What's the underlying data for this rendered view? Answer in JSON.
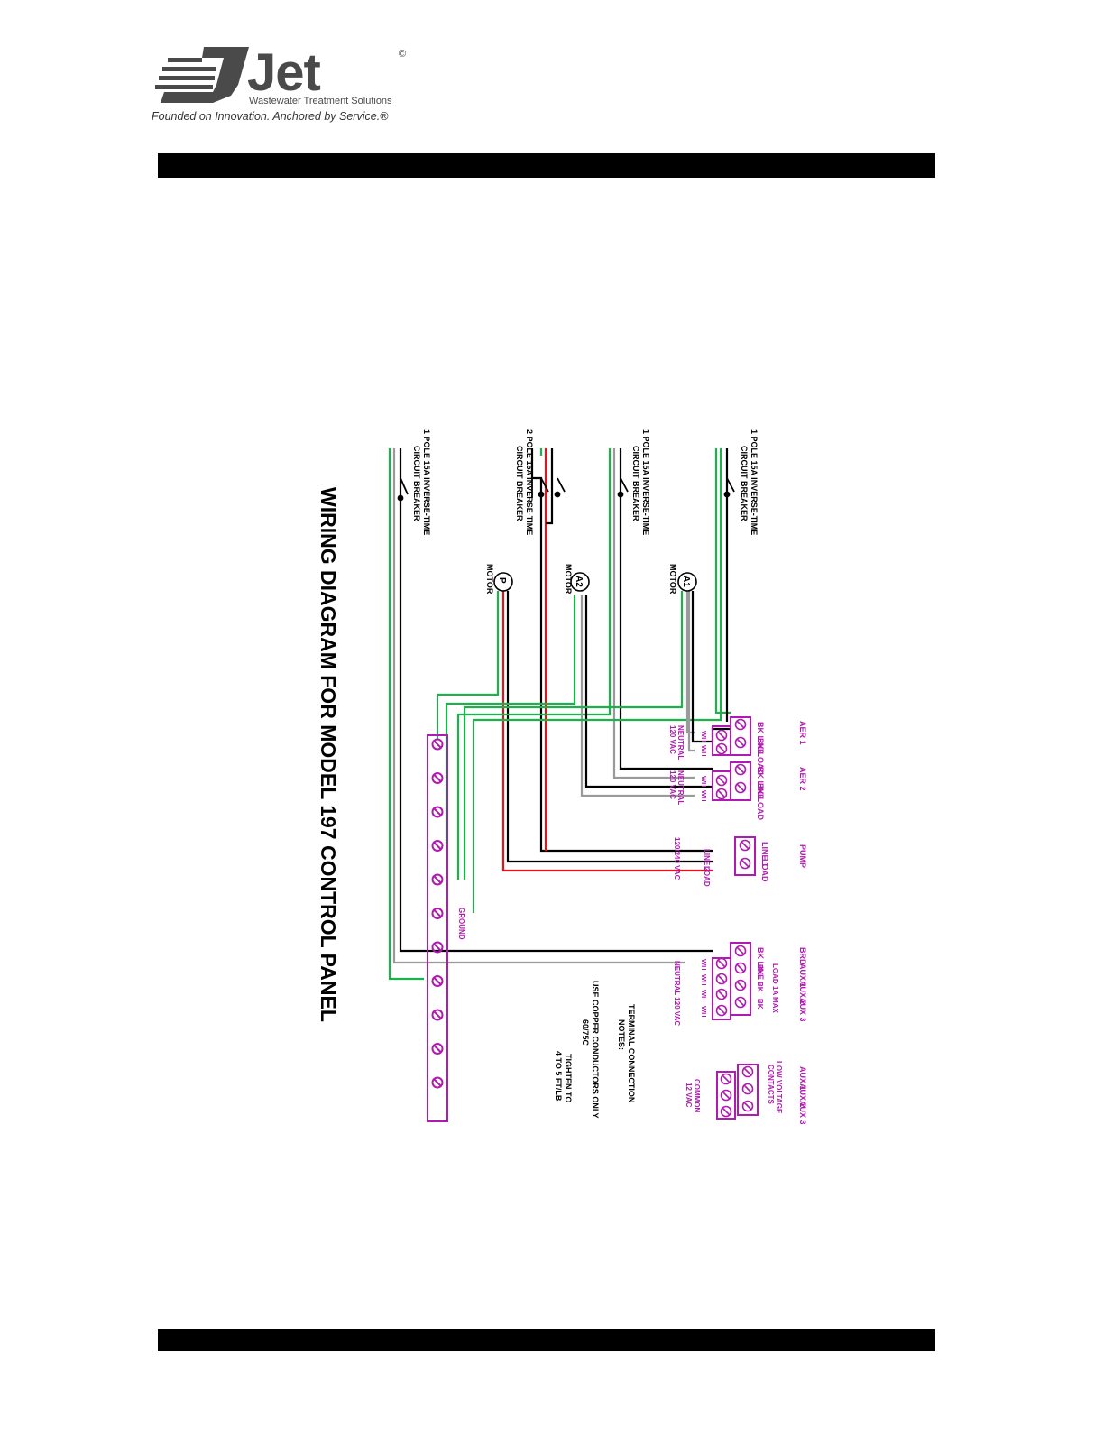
{
  "logo": {
    "word": "Jet",
    "registered": "©",
    "subtitle": "Wastewater Treatment Solutions",
    "tagline": "Founded on Innovation. Anchored by Service.®"
  },
  "diagram": {
    "title": "WIRING DIAGRAM FOR MODEL 197 CONTROL PANEL",
    "breakers": {
      "b1": [
        "1 POLE 15A INVERSE-TIME",
        "CIRCUIT BREAKER"
      ],
      "b2": [
        "2 POLE 15A INVERSE-TIME",
        "CIRCUIT BREAKER"
      ],
      "b3": [
        "1 POLE 15A INVERSE-TIME",
        "CIRCUIT BREAKER"
      ],
      "b4": [
        "1 POLE 15A INVERSE-TIME",
        "CIRCUIT BREAKER"
      ]
    },
    "motors": {
      "p": {
        "symbol": "P",
        "label": "MOTOR"
      },
      "a2": {
        "symbol": "A2",
        "label": "MOTOR"
      },
      "a1": {
        "symbol": "A1",
        "label": "MOTOR"
      }
    },
    "aer1": {
      "name": "AER 1",
      "line": "BK LINE",
      "load": "BK LOAD",
      "wh": "WH",
      "neutral": [
        "NEUTRAL",
        "120 VAC"
      ]
    },
    "aer2": {
      "name": "AER 2",
      "line": "BK LINE",
      "load": "BK LOAD",
      "wh": "WH",
      "neutral": [
        "NEUTRAL",
        "120 VAC"
      ]
    },
    "pump": {
      "name": "PUMP",
      "line1": "LINE 1",
      "load": "LOAD",
      "line2": "LINE 2",
      "load2": "LOAD",
      "voltage": "120/240 VAC"
    },
    "alarm": {
      "bk_line": "BK LINE",
      "brd": "BRD",
      "bk": "BK",
      "aux1": "AUX 1",
      "aux2": "AUX 2",
      "aux3": "AUX 3",
      "load_max": "LOAD 1A MAX",
      "wh": "WH",
      "neutral": "NEUTRAL 120 VAC"
    },
    "low_voltage": {
      "aux1": "AUX 1",
      "aux2": "AUX 2",
      "aux3": "AUX 3",
      "contacts": [
        "LOW VOLTAGE",
        "CONTACTS"
      ],
      "common": [
        "COMMON",
        "12 VAC"
      ]
    },
    "ground": "GROUND",
    "notes": {
      "heading": [
        "TERMINAL CONNECTION",
        "NOTES:"
      ],
      "line1": "USE COPPER CONDUCTORS ONLY",
      "line2": "60/75C",
      "line3": "TIGHTEN TO",
      "line4": "4 TO 5 FT/LB"
    }
  },
  "colors": {
    "green": "#19b34a",
    "black": "#000000",
    "gray": "#9a9a9a",
    "red": "#e0141c",
    "magenta": "#b01ab0",
    "logo_gray": "#4a4a4a"
  }
}
